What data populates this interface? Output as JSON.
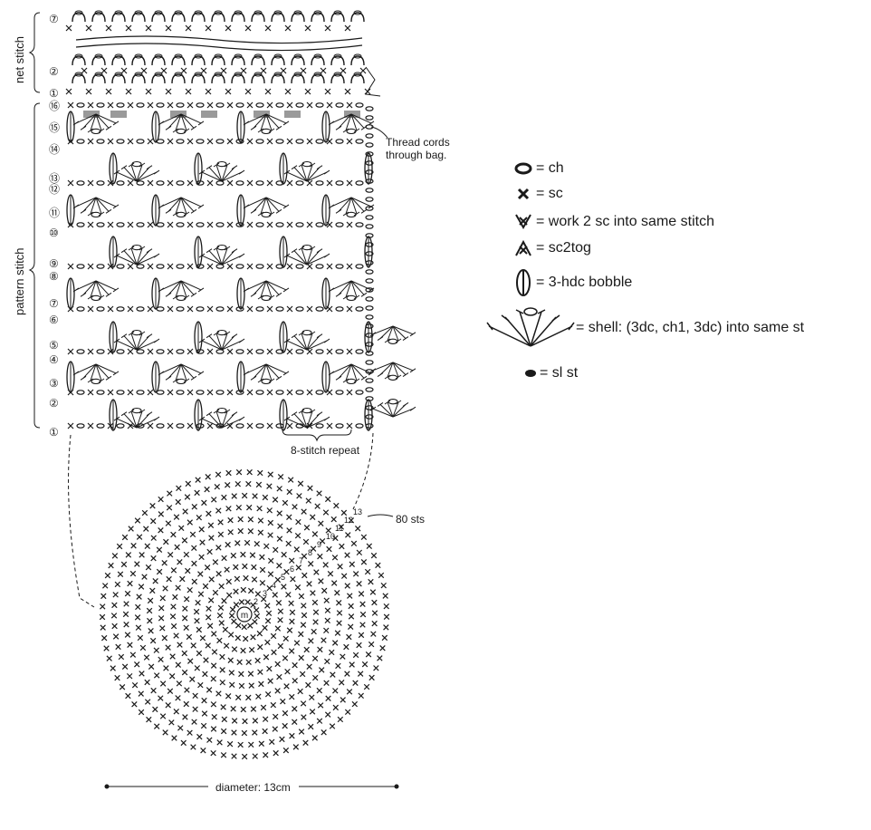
{
  "sections": {
    "net_stitch": "net stitch",
    "pattern_stitch": "pattern stitch"
  },
  "net_rows": [
    "⑦",
    "②",
    "①",
    "⑯"
  ],
  "pattern_rows": [
    "⑮",
    "⑭",
    "⑬",
    "⑫",
    "⑪",
    "⑩",
    "⑨",
    "⑧",
    "⑦",
    "⑥",
    "⑤",
    "④",
    "③",
    "②",
    "①"
  ],
  "annotations": {
    "thread_cords": [
      "Thread cords",
      "through bag."
    ],
    "repeat": "8-stitch repeat",
    "sts": "80 sts",
    "diameter": "diameter: 13cm",
    "center": "m",
    "base_rounds": [
      "13",
      "12",
      "11",
      "10",
      "9",
      "8",
      "7",
      "6",
      "5",
      "4",
      "3",
      "2"
    ]
  },
  "legend": [
    {
      "icon": "chain-icon",
      "label": "= ch"
    },
    {
      "icon": "single-crochet-icon",
      "label": "= sc"
    },
    {
      "icon": "increase-icon",
      "label": "= work 2 sc into same stitch"
    },
    {
      "icon": "decrease-icon",
      "label": "= sc2tog"
    },
    {
      "icon": "bobble-icon",
      "label": "= 3-hdc bobble"
    },
    {
      "icon": "shell-icon",
      "label": "= shell: (3dc, ch1, 3dc) into same st"
    },
    {
      "icon": "slip-stitch-icon",
      "label": "= sl st"
    }
  ],
  "colors": {
    "ink": "#1a1a1a",
    "highlight": "#9a9a9a"
  }
}
